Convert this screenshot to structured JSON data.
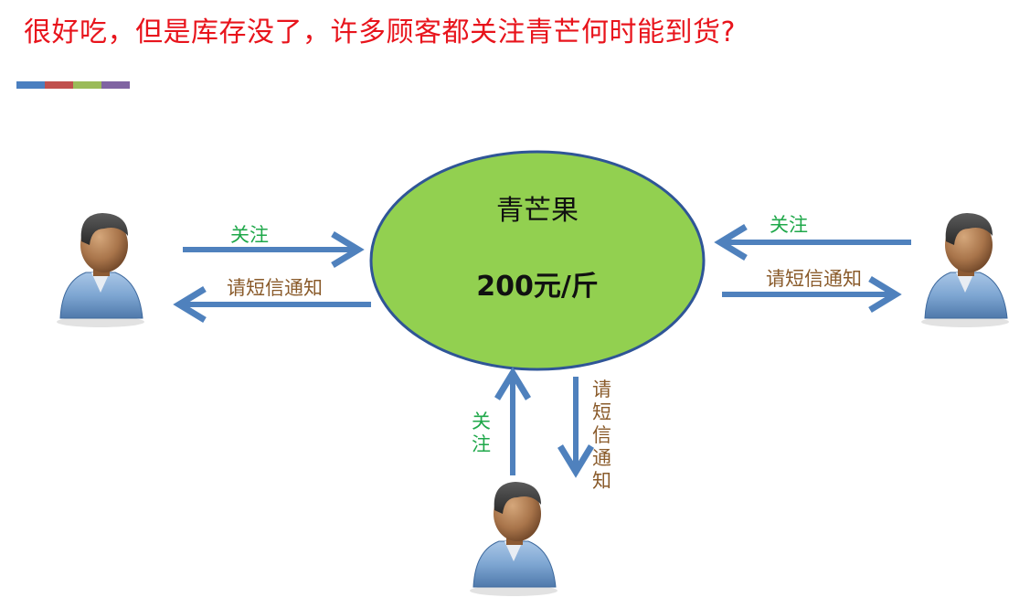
{
  "title": "很好吃，但是库存没了，许多顾客都关注青芒何时能到货?",
  "colors": {
    "title": "#e8141c",
    "accent_bar": [
      "#4a7fc0",
      "#c0504d",
      "#9bbb59",
      "#8064a2"
    ],
    "arrow": "#4f81bd",
    "ellipse_fill": "#92d050",
    "ellipse_stroke": "#2f5597",
    "label_follow": "#1fa84a",
    "label_notify": "#8a5b2b"
  },
  "product": {
    "name": "青芒果",
    "price": "200元/斤"
  },
  "labels": {
    "follow": "关注",
    "notify": "请短信通知"
  },
  "icons": [
    "person-icon",
    "person-icon",
    "person-icon"
  ]
}
